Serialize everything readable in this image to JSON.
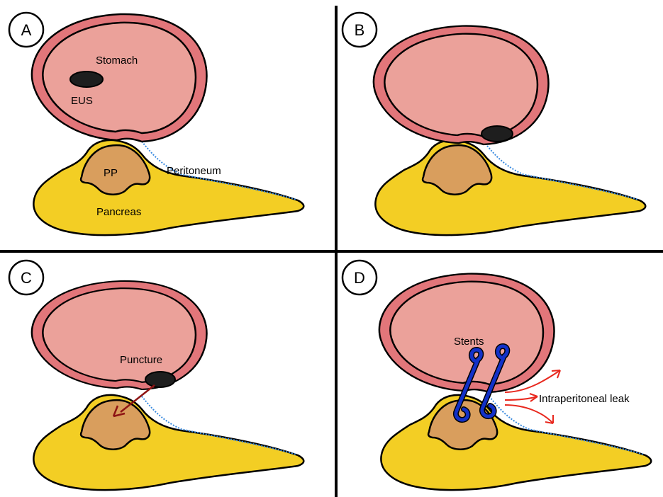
{
  "panels": [
    {
      "letter": "A",
      "labels": {
        "stomach": "Stomach",
        "eus": "EUS",
        "pp": "PP",
        "peritoneum": "Peritoneum",
        "pancreas": "Pancreas"
      }
    },
    {
      "letter": "B"
    },
    {
      "letter": "C",
      "labels": {
        "puncture": "Puncture"
      }
    },
    {
      "letter": "D",
      "labels": {
        "stents": "Stents",
        "leak": "Intraperitoneal leak"
      }
    }
  ],
  "colors": {
    "stomach_wall": "#E2767A",
    "stomach_lumen": "#EBA19A",
    "pancreas": "#F3CE24",
    "pseudocyst": "#D99E5D",
    "eus_probe": "#1E1E1E",
    "peritoneum": "#3A8BE0",
    "stent": "#1231C8",
    "leak_arrow": "#E8281E",
    "puncture_arrow": "#8E1414"
  }
}
